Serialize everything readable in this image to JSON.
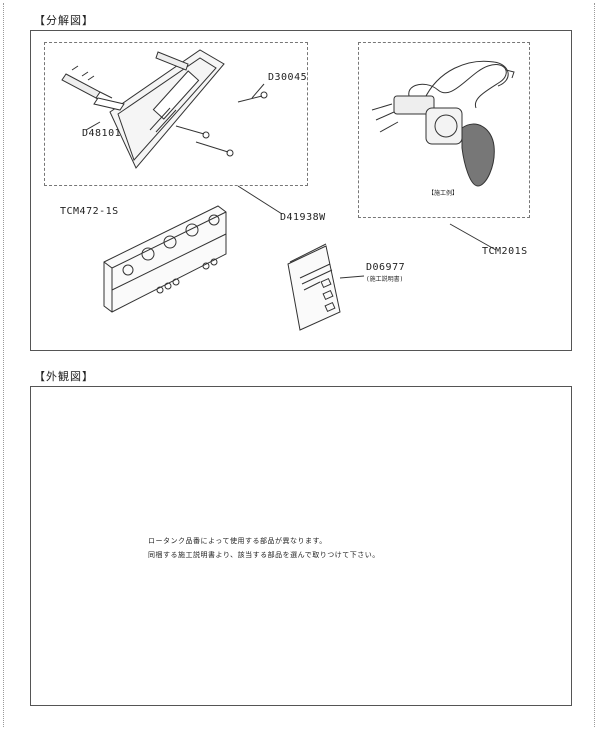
{
  "exploded_section": {
    "title": "【分解図】",
    "labels": {
      "mount_screw": "D30045",
      "anchor": "D48101",
      "bracket": "D41938W",
      "panel": "TCM472-1S",
      "manual_code": "D06977",
      "manual_note": "(施工説明書)",
      "wiring": "TCM201S",
      "install_example": "【施工例】"
    }
  },
  "appearance_section": {
    "title": "【外観図】",
    "note_line_1": "ロータンク品番によって使用する部品が異なります。",
    "note_line_2": "同梱する施工説明書より、該当する部品を選んで取りつけて下さい。"
  }
}
